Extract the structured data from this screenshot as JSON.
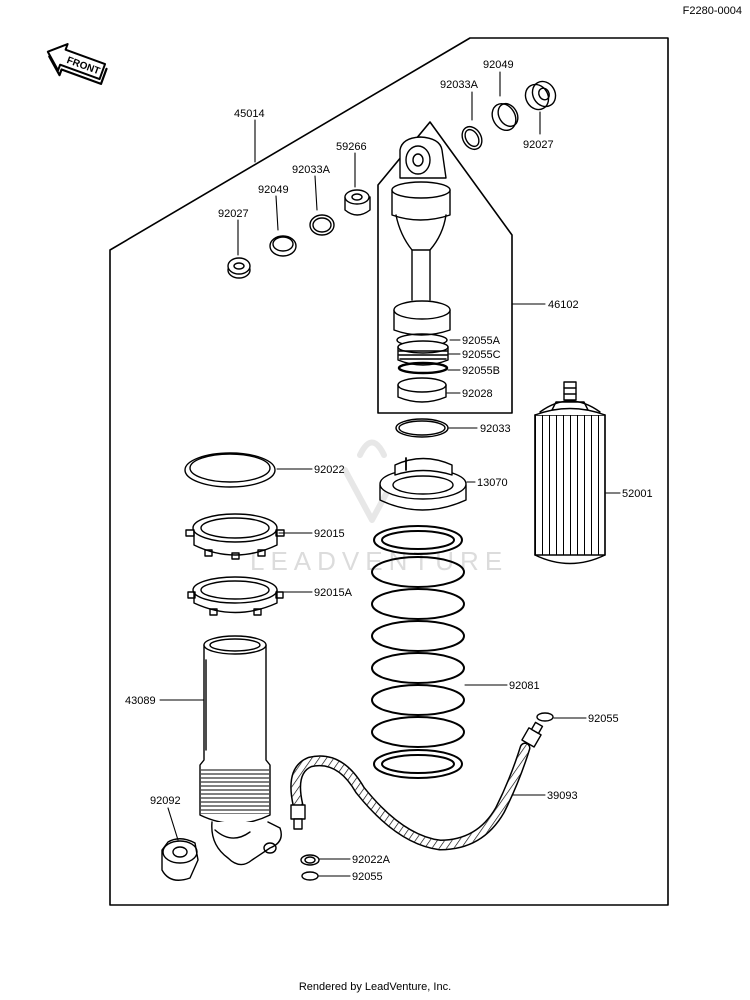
{
  "reference_code": "F2280-0004",
  "front_arrow_label": "FRONT",
  "watermark": "LEADVENTURE",
  "footer": "Rendered by LeadVenture, Inc.",
  "callouts": {
    "c45014": "45014",
    "c92049_top": "92049",
    "c92033A_top": "92033A",
    "c92027_top": "92027",
    "c59266": "59266",
    "c92033A_left": "92033A",
    "c92049_left": "92049",
    "c92027_left": "92027",
    "c46102": "46102",
    "c92055A": "92055A",
    "c92055C": "92055C",
    "c92055B": "92055B",
    "c92028": "92028",
    "c92033": "92033",
    "c92022": "92022",
    "c13070": "13070",
    "c52001": "52001",
    "c92015": "92015",
    "c92015A": "92015A",
    "c43089": "43089",
    "c92081": "92081",
    "c92055_right": "92055",
    "c39093": "39093",
    "c92092": "92092",
    "c92022A": "92022A",
    "c92055_bottom": "92055"
  }
}
